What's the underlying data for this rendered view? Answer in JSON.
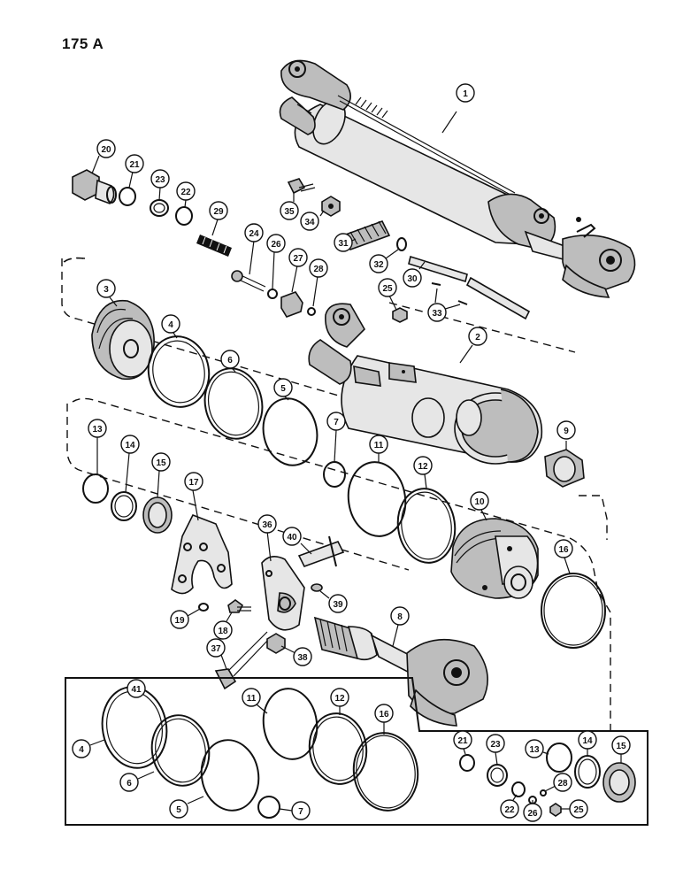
{
  "page": {
    "number": "175 A"
  },
  "colors": {
    "ink": "#111111",
    "paper": "#ffffff",
    "shade": "#bdbdbd"
  },
  "callouts": {
    "c1": "1",
    "c2": "2",
    "c3": "3",
    "c4": "4",
    "c5": "5",
    "c6": "6",
    "c7": "7",
    "c8": "8",
    "c9": "9",
    "c10": "10",
    "c11": "11",
    "c12": "12",
    "c13": "13",
    "c14": "14",
    "c15": "15",
    "c16": "16",
    "c17": "17",
    "c18": "18",
    "c19": "19",
    "c20": "20",
    "c21": "21",
    "c22": "22",
    "c23": "23",
    "c24": "24",
    "c25": "25",
    "c26": "26",
    "c27": "27",
    "c28": "28",
    "c29": "29",
    "c30": "30",
    "c31": "31",
    "c32": "32",
    "c33": "33",
    "c34": "34",
    "c35": "35",
    "c36": "36",
    "c37": "37",
    "c38": "38",
    "c39": "39",
    "c40": "40",
    "c41": "41",
    "k4": "4",
    "k5": "5",
    "k6": "6",
    "k7": "7",
    "k11": "11",
    "k12": "12",
    "k13": "13",
    "k14": "14",
    "k15": "15",
    "k16": "16",
    "k21": "21",
    "k22": "22",
    "k23": "23",
    "k25": "25",
    "k26": "26",
    "k28": "28"
  }
}
